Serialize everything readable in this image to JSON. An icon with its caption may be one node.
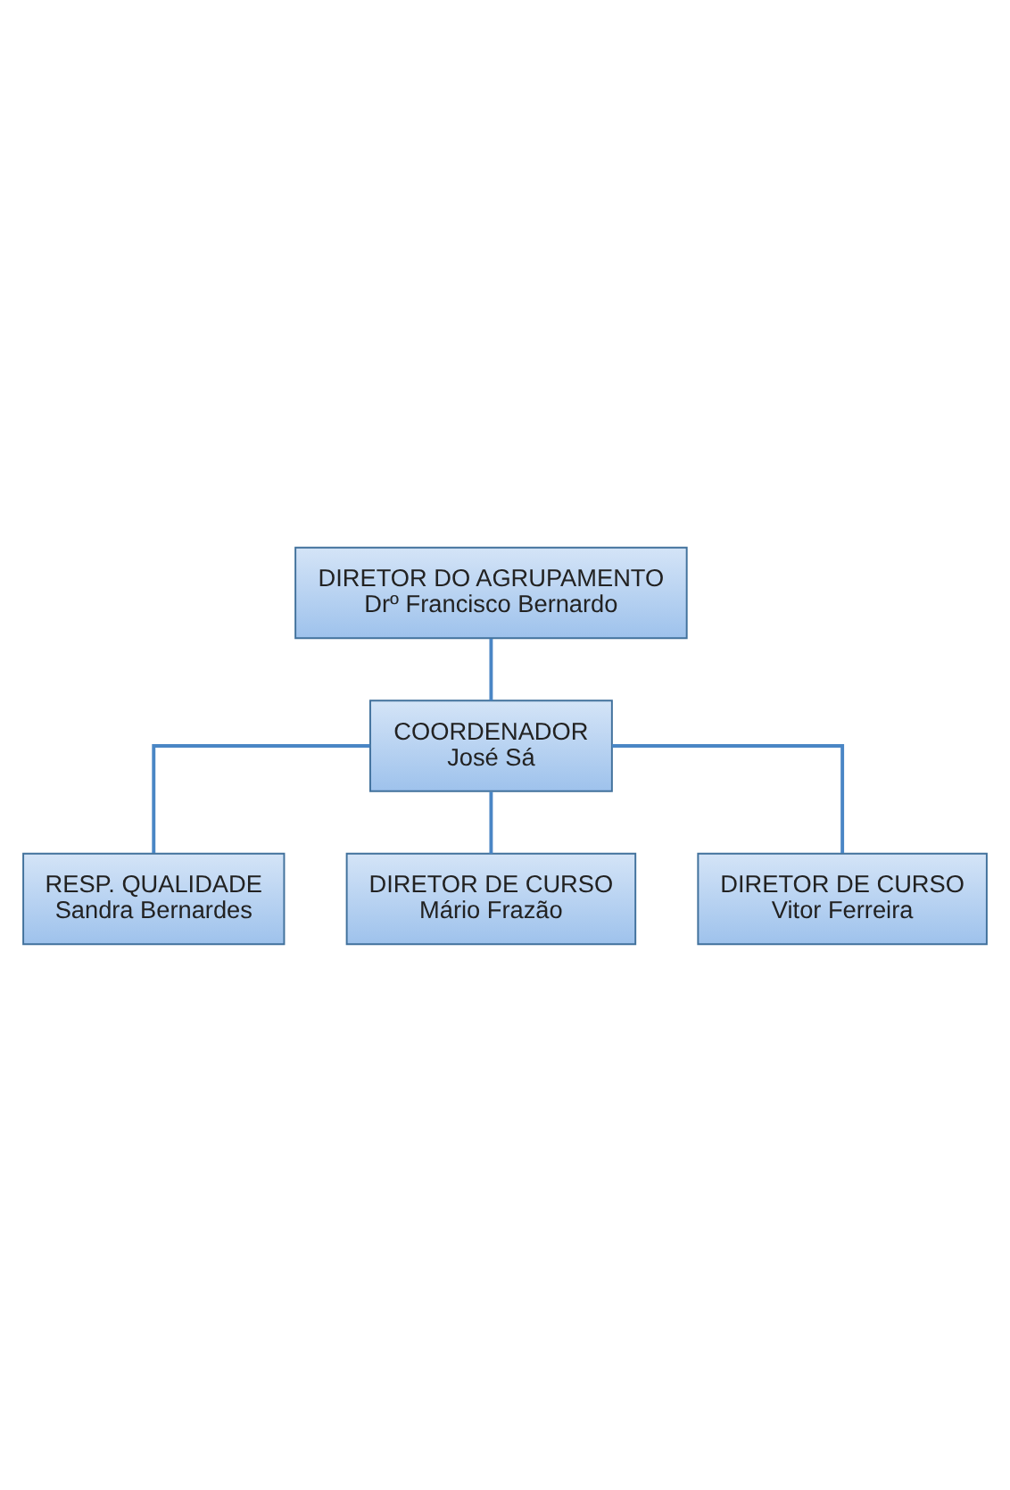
{
  "diagram": {
    "nodes": [
      {
        "text": [
          "DIRETOR DO AGRUPAMENTO",
          "Drº Francisco Bernardo"
        ]
      },
      {
        "text": [
          "COORDENADOR",
          "José Sá"
        ]
      },
      {
        "text": [
          "RESP. QUALIDADE",
          "Sandra Bernardes"
        ]
      },
      {
        "text": [
          "DIRETOR DE CURSO",
          "Mário Frazão"
        ]
      },
      {
        "text": [
          "DIRETOR DE CURSO",
          "Vitor Ferreira"
        ]
      }
    ],
    "edges": [
      {
        "from": 0,
        "to": 1,
        "arrow": "none"
      },
      {
        "from": 1,
        "to": 2,
        "arrow": "none"
      },
      {
        "from": 1,
        "to": 3,
        "arrow": "none"
      },
      {
        "from": 1,
        "to": 4,
        "arrow": "none"
      }
    ]
  }
}
